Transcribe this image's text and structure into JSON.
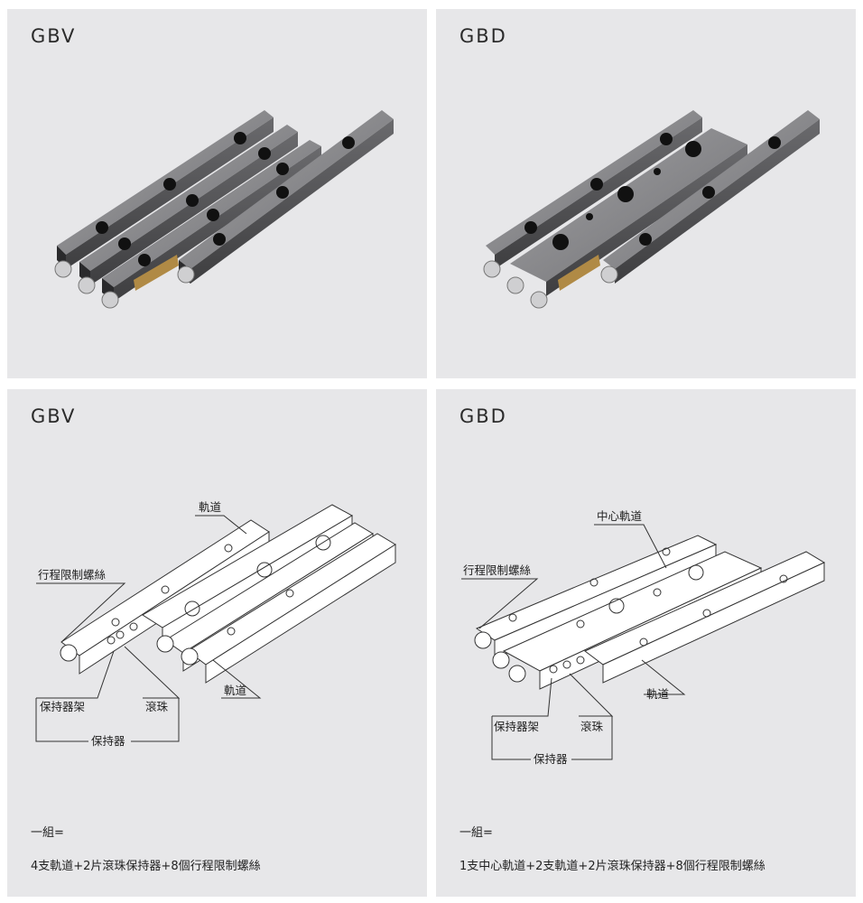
{
  "panels": [
    {
      "title": "GBV"
    },
    {
      "title": "GBD"
    },
    {
      "title": "GBV",
      "labels": {
        "rail_top": "軌道",
        "stroke_screw": "行程限制螺絲",
        "cage_frame": "保持器架",
        "ball": "滾珠",
        "rail_bottom": "軌道",
        "cage": "保持器"
      },
      "set_label": "一組=",
      "set_contents": "4支軌道+2片滾珠保持器+8個行程限制螺絲"
    },
    {
      "title": "GBD",
      "labels": {
        "center_rail": "中心軌道",
        "stroke_screw": "行程限制螺絲",
        "rail": "軌道",
        "cage_frame": "保持器架",
        "ball": "滾珠",
        "cage": "保持器"
      },
      "set_label": "一組=",
      "set_contents": "1支中心軌道+2支軌道+2片滾珠保持器+8個行程限制螺絲"
    }
  ],
  "colors": {
    "panel_bg": "#e7e7e9",
    "rail_top": "#8c8c8f",
    "rail_side": "#5d5d60",
    "rail_end": "#2a2a2c",
    "brass": "#b08a45"
  }
}
